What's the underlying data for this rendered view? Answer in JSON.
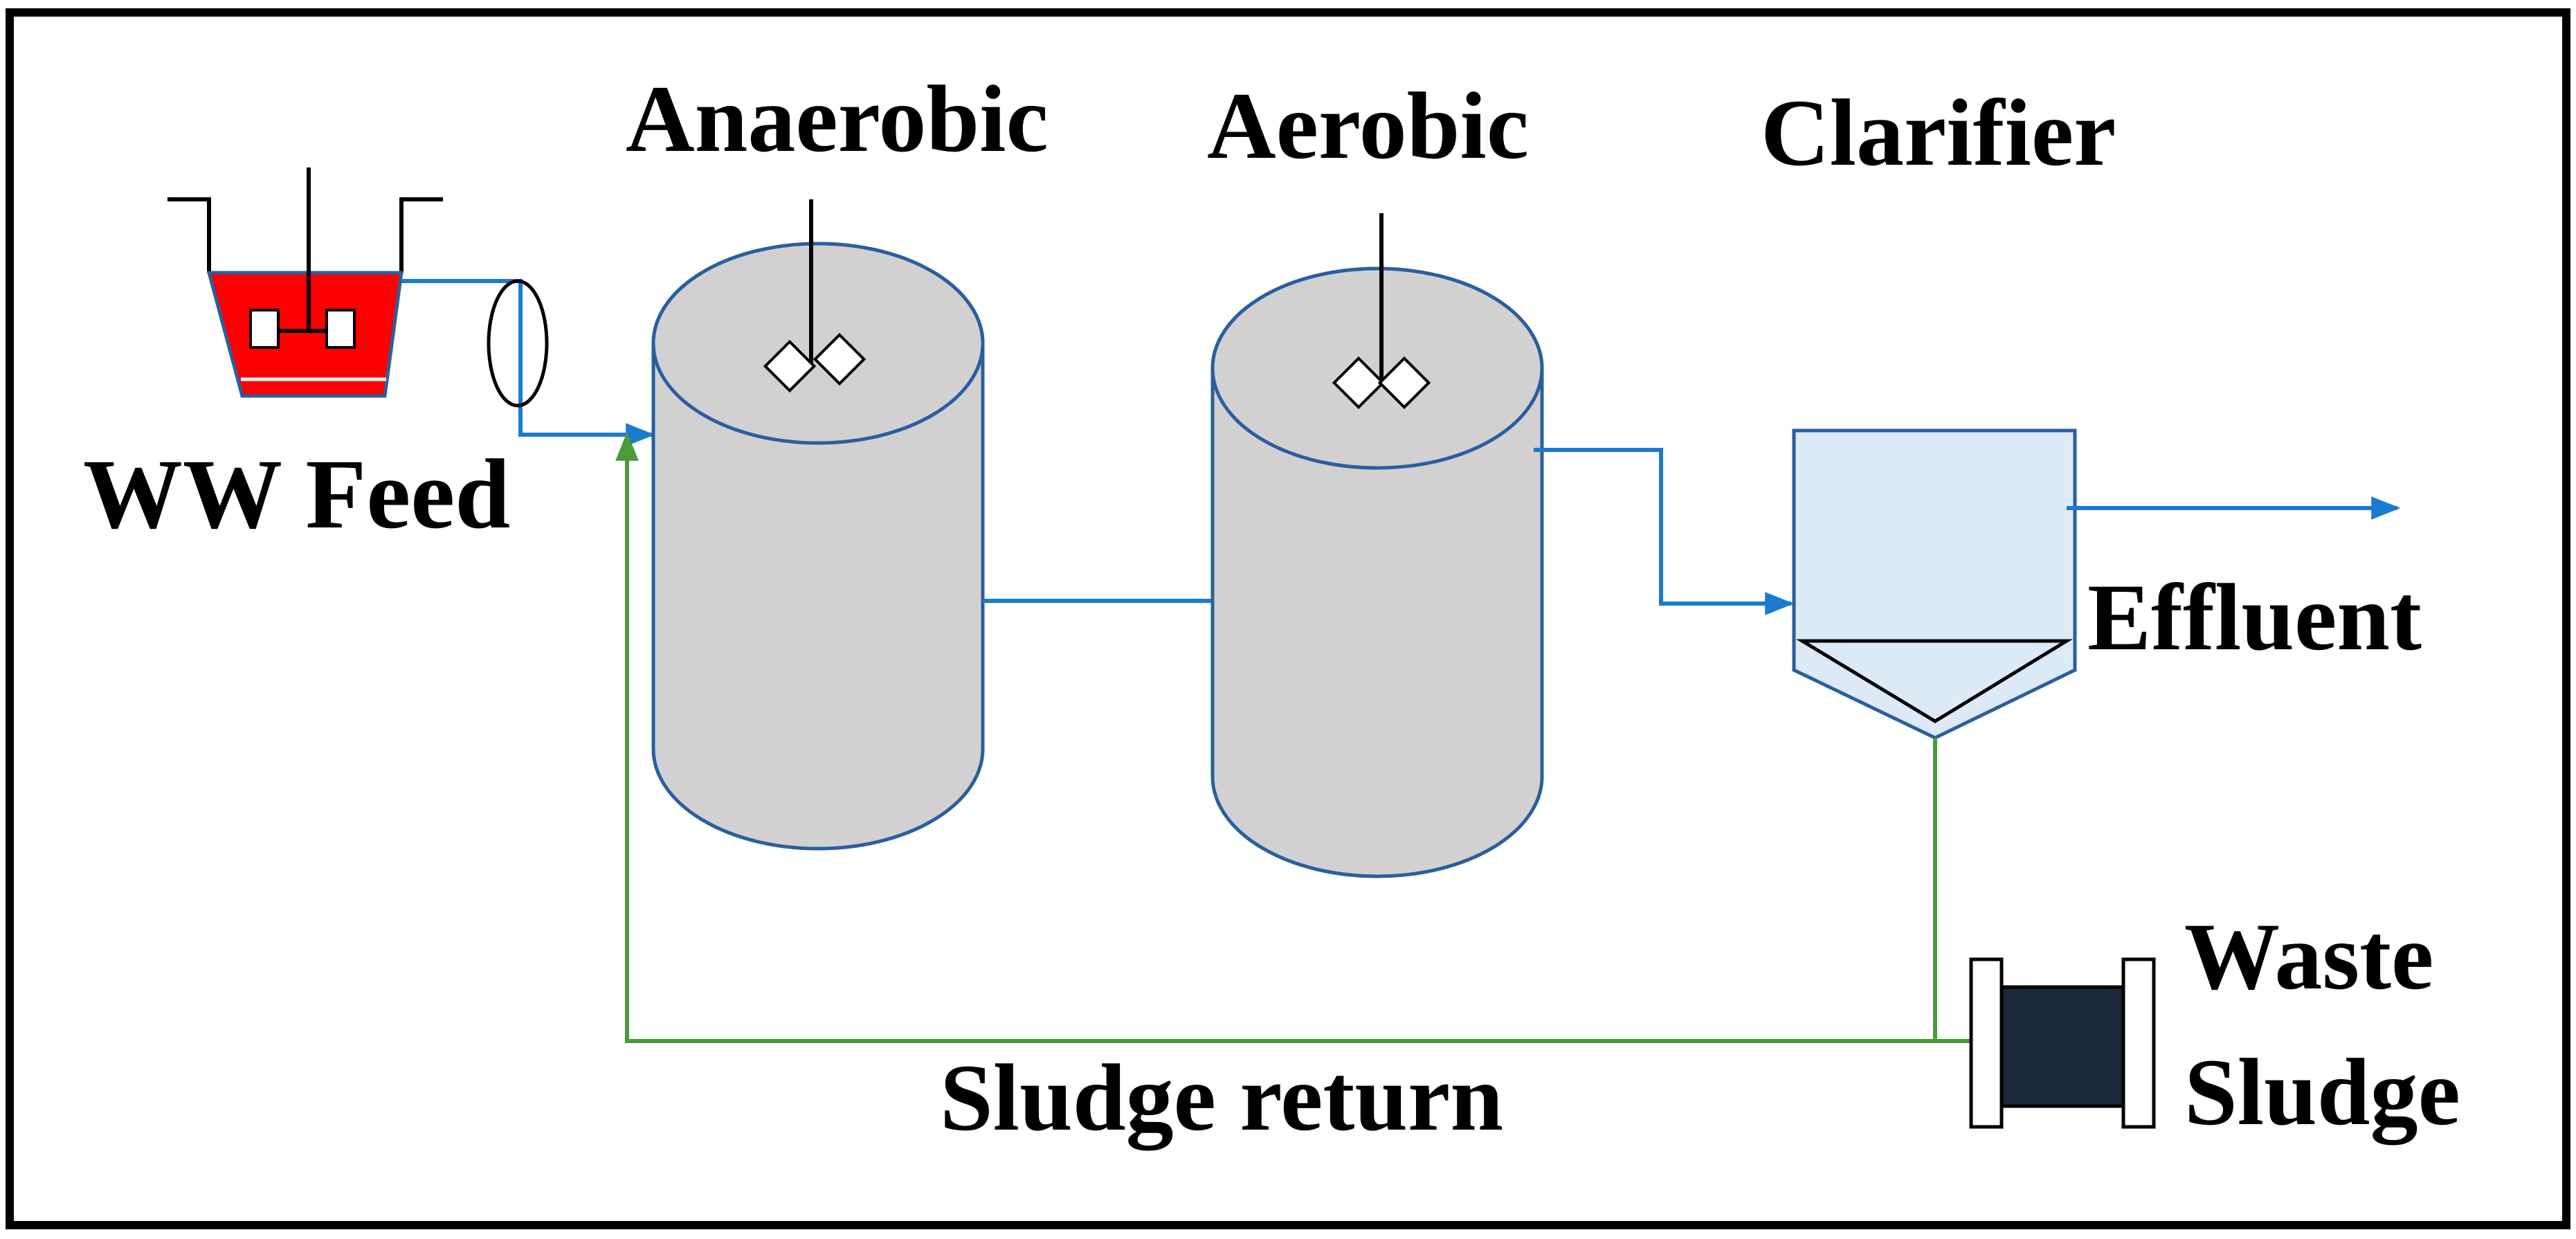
{
  "labels": {
    "feed": "WW Feed",
    "anaerobic": "Anaerobic",
    "aerobic": "Aerobic",
    "clarifier": "Clarifier",
    "effluent": "Effluent",
    "waste_line1": "Waste",
    "waste_line2": "Sludge",
    "sludge_return": "Sludge return"
  },
  "colors": {
    "border": "#000000",
    "feed_tank_fill": "#ff0000",
    "reactor_fill": "#d3d0d2",
    "reactor_stroke": "#2a5f9e",
    "clarifier_fill": "#dce9f6",
    "flow_line": "#1a7bd0",
    "sludge_line": "#4c9a3a",
    "waste_pump_fill": "#1b2838"
  }
}
